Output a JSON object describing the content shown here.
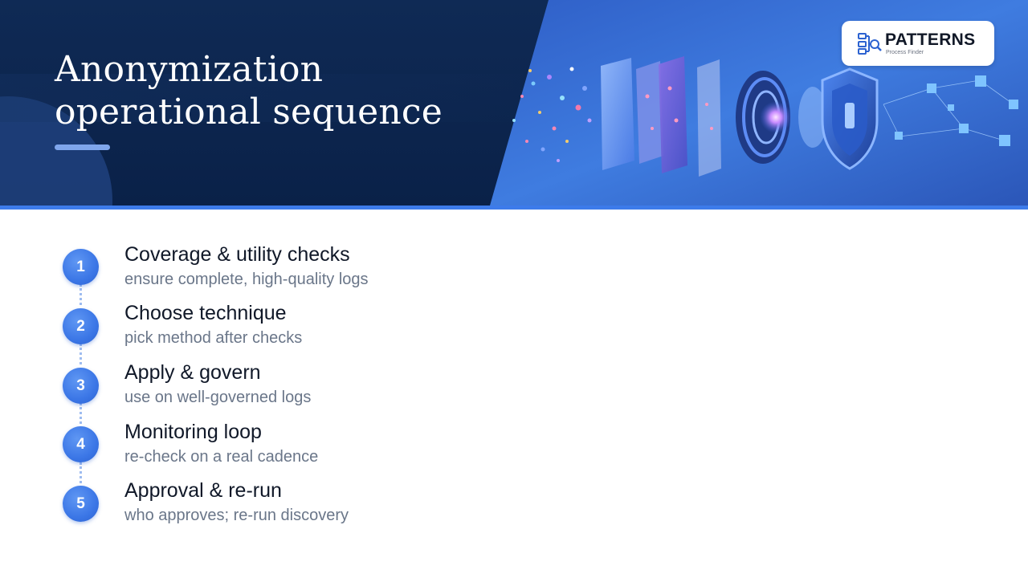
{
  "header": {
    "title_line1": "Anonymization",
    "title_line2": "operational sequence"
  },
  "logo": {
    "icon": "process-flow-search-icon",
    "name": "PATTERNS",
    "tagline": "Process Finder"
  },
  "colors": {
    "header_bg": "#0f2a55",
    "accent": "#3d7bea",
    "badge": "#3b76e6",
    "title_text": "#101828",
    "desc_text": "#6a7689"
  },
  "steps": [
    {
      "number": "1",
      "title": "Coverage & utility checks",
      "description": "ensure complete, high-quality logs"
    },
    {
      "number": "2",
      "title": "Choose technique",
      "description": "pick method after checks"
    },
    {
      "number": "3",
      "title": "Apply & govern",
      "description": "use on well-governed logs"
    },
    {
      "number": "4",
      "title": "Monitoring loop",
      "description": "re-check on a real cadence"
    },
    {
      "number": "5",
      "title": "Approval & re-run",
      "description": "who approves; re-run discovery"
    }
  ]
}
